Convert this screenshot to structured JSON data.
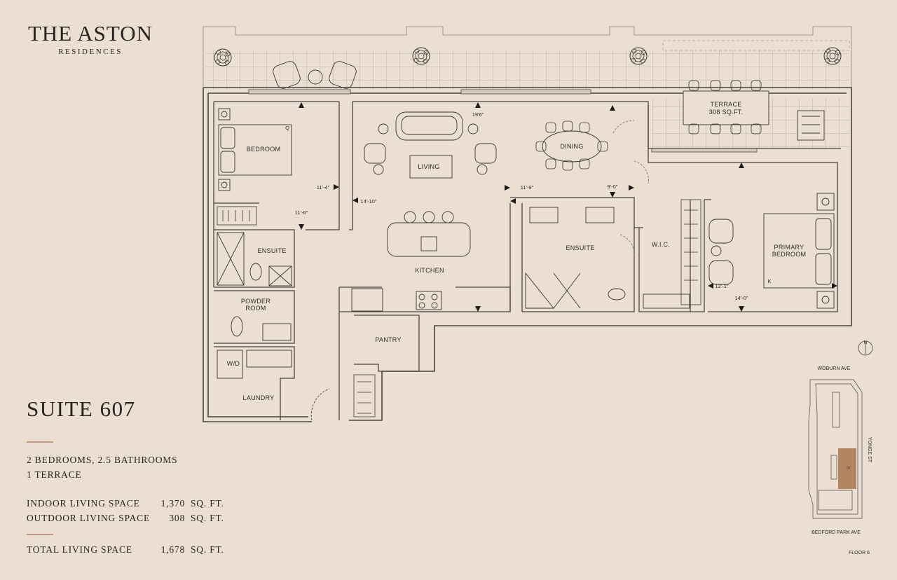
{
  "brand": {
    "title": "THE ASTON",
    "subtitle": "RESIDENCES"
  },
  "suite": {
    "name": "SUITE 607",
    "bedrooms_line": "2 BEDROOMS, 2.5 BATHROOMS",
    "terrace_line": "1 TERRACE"
  },
  "spaces": [
    {
      "label": "INDOOR LIVING SPACE",
      "value": "1,370",
      "unit": "SQ. FT."
    },
    {
      "label": "OUTDOOR LIVING SPACE",
      "value": "308",
      "unit": "SQ. FT."
    }
  ],
  "total": {
    "label": "TOTAL LIVING SPACE",
    "value": "1,678",
    "unit": "SQ. FT."
  },
  "rooms": {
    "bedroom": "BEDROOM",
    "living": "LIVING",
    "dining": "DINING",
    "terrace_name": "TERRACE",
    "terrace_area": "308 SQ.FT.",
    "ensuite_left": "ENSUITE",
    "kitchen": "KITCHEN",
    "ensuite_right": "ENSUITE",
    "wic": "W.I.C.",
    "primary_1": "PRIMARY",
    "primary_2": "BEDROOM",
    "powder_1": "POWDER",
    "powder_2": "ROOM",
    "pantry": "PANTRY",
    "wd": "W/D",
    "laundry": "LAUNDRY"
  },
  "dimensions": {
    "bedroom_w": "11'-4\"",
    "bedroom_d": "11'-6\"",
    "living_w": "19'6\"",
    "living_d": "14'-10\"",
    "dining_d": "11'-9\"",
    "dining_w": "9'-0\"",
    "primary_d": "12'-1\"",
    "primary_w": "14'-0\""
  },
  "bed_marks": {
    "queen": "Q",
    "king": "K"
  },
  "keymap": {
    "north": "N",
    "north_street": "WOBURN AVE",
    "east_street": "YONGE ST",
    "south_street": "BEDFORD PARK AVE",
    "unit": "07",
    "floor": "FLOOR 6",
    "highlight_color": "#b58463"
  },
  "colors": {
    "background": "#eadfd2",
    "line": "#4a4440",
    "accent": "#c49a85"
  }
}
